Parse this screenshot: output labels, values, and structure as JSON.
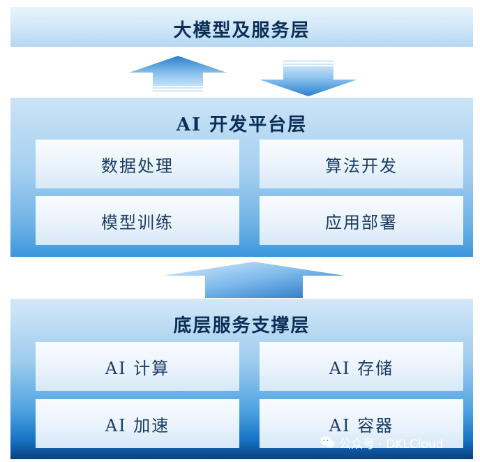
{
  "layers": {
    "top": {
      "title": "大模型及服务层"
    },
    "middle": {
      "title": "AI 开发平台层",
      "boxes": [
        "数据处理",
        "算法开发",
        "模型训练",
        "应用部署"
      ]
    },
    "bottom": {
      "title": "底层服务支撑层",
      "boxes": [
        "AI 计算",
        "AI 存储",
        "AI 加速",
        "AI 容器"
      ]
    }
  },
  "watermark": {
    "text": "公众号 · DKLCloud"
  },
  "colors": {
    "title_text": "#0b2e57",
    "box_text": "#1b3d63",
    "arrow_light": "#d8ecfa",
    "arrow_dark": "#2a7fcf"
  }
}
